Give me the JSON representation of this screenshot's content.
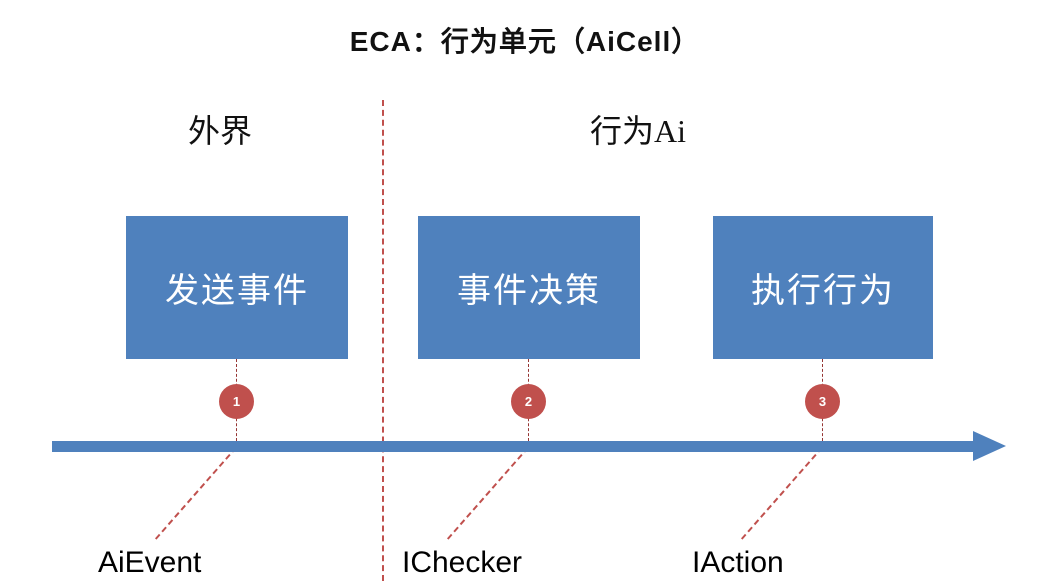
{
  "title": "ECA：行为单元（AiCell）",
  "regions": {
    "left_label": "外界",
    "right_label": "行为Ai"
  },
  "boxes": [
    {
      "label": "发送事件"
    },
    {
      "label": "事件决策"
    },
    {
      "label": "执行行为"
    }
  ],
  "steps": [
    {
      "number": "1",
      "interface": "AiEvent"
    },
    {
      "number": "2",
      "interface": "IChecker"
    },
    {
      "number": "3",
      "interface": "IAction"
    }
  ],
  "colors": {
    "box_blue": "#4F81BD",
    "arrow_blue": "#4F81BD",
    "circle_red": "#C0504D",
    "dash_red": "#C0504D",
    "connector_maroon": "#963634",
    "text_on_box": "#FFFFFF",
    "text_main": "#111111"
  }
}
